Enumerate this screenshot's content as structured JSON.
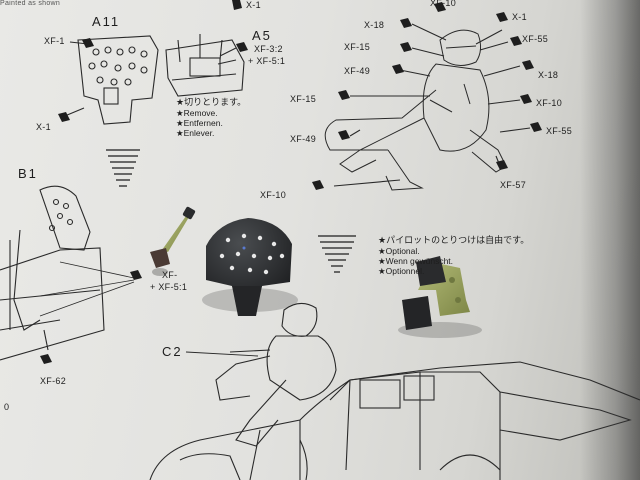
{
  "header_fragment": "Painted as shown",
  "labels": {
    "x1_top": "X-1",
    "xf10_top": "XF-10",
    "a11": "A11",
    "a5": "A5",
    "xf1": "XF-1",
    "x1_left": "X-1",
    "xf3_2": "XF-3:2",
    "xf5_1_a": "+ XF-5:1",
    "x18_a": "X-18",
    "x1_b": "X-1",
    "xf15_a": "XF-15",
    "xf55_a": "XF-55",
    "xf49_a": "XF-49",
    "x18_b": "X-18",
    "xf15_b": "XF-15",
    "xf10_b": "XF-10",
    "xf49_b": "XF-49",
    "xf55_b": "XF-55",
    "xf10_c": "XF-10",
    "xf57": "XF-57",
    "b1": "B1",
    "xf_mid": "XF-",
    "xf5_1_b": "+ XF-5:1",
    "xf62": "XF-62",
    "c2": "C2",
    "zero": "0"
  },
  "notes": {
    "remove": {
      "jp": "★切りとります。",
      "en": "★Remove.",
      "de": "★Entfernen.",
      "fr": "★Enlever."
    },
    "optional": {
      "jp": "★パイロットのとりつけは自由です。",
      "en": "★Optional.",
      "de": "★Wenn gewünscht.",
      "fr": "★Optionnel."
    }
  },
  "colors": {
    "paper": "#e5e5e2",
    "ink": "#1e1e1e",
    "part_dark": "#2b2d2f",
    "part_green": "#98a25e"
  }
}
